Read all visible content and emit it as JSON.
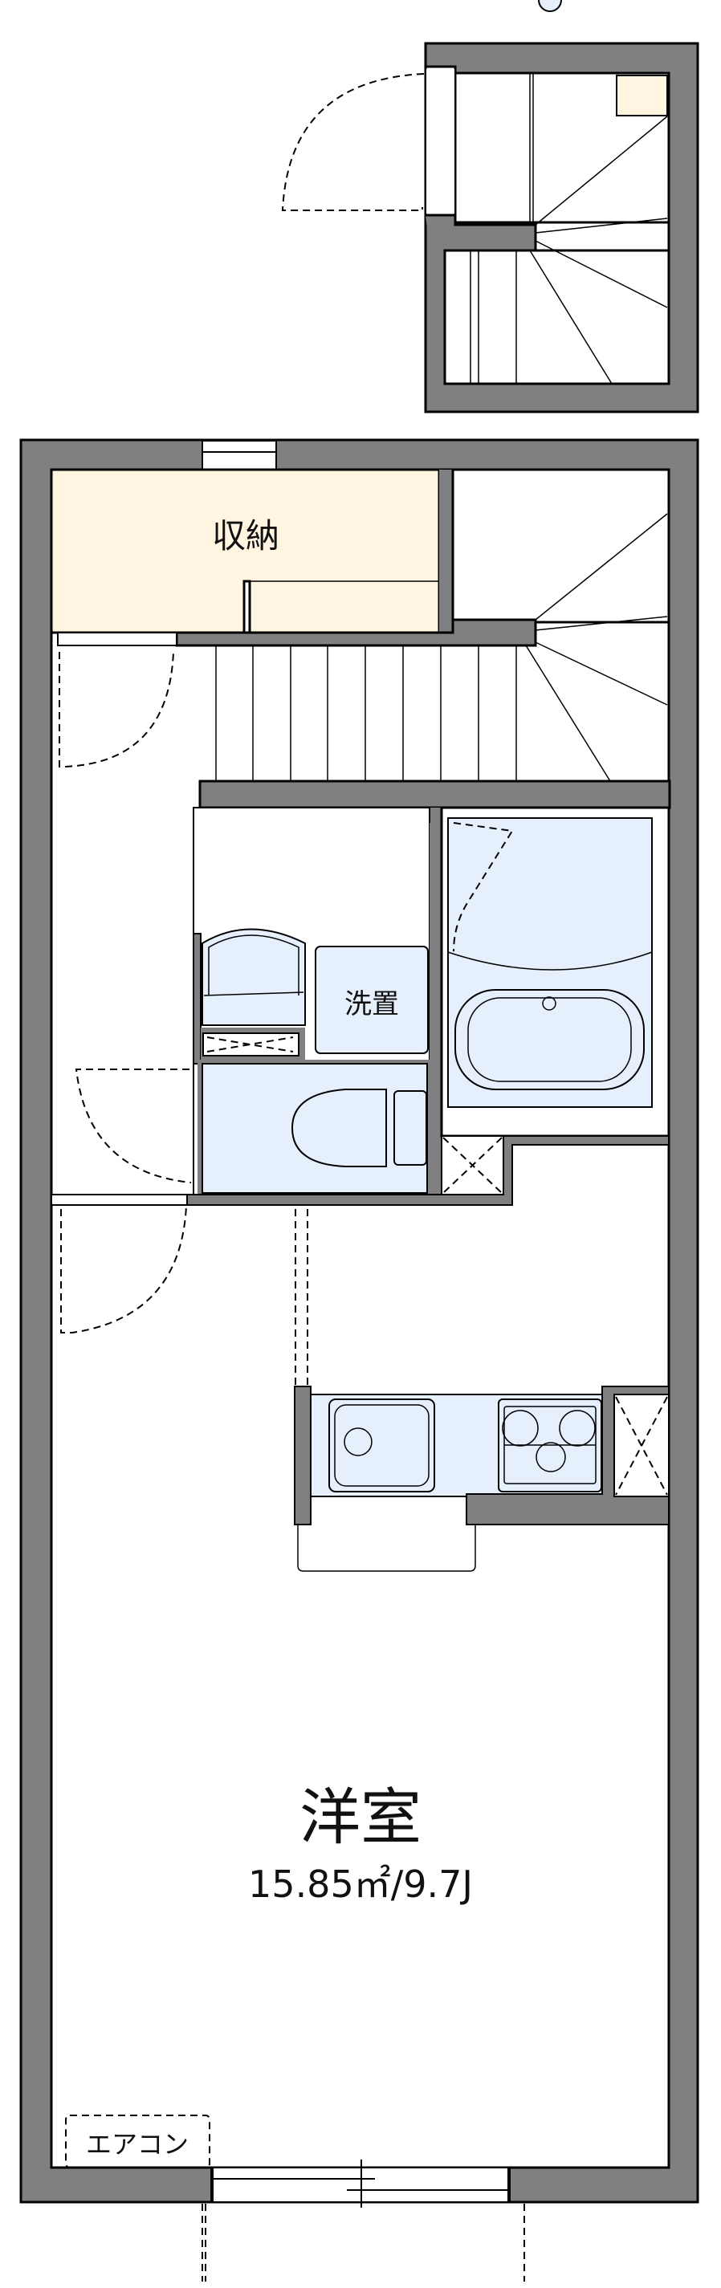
{
  "floorplan": {
    "rooms": {
      "storage": {
        "label": "収納"
      },
      "laundry": {
        "label": "洗置"
      },
      "western_room": {
        "label": "洋室",
        "area": "15.85㎡/9.7J"
      },
      "air_conditioner": {
        "label": "エアコン"
      }
    },
    "colors": {
      "wall": "#808083",
      "storage_fill": "#fff5e1",
      "fixture_fill": "#e6f0fc",
      "line": "#000000"
    }
  }
}
